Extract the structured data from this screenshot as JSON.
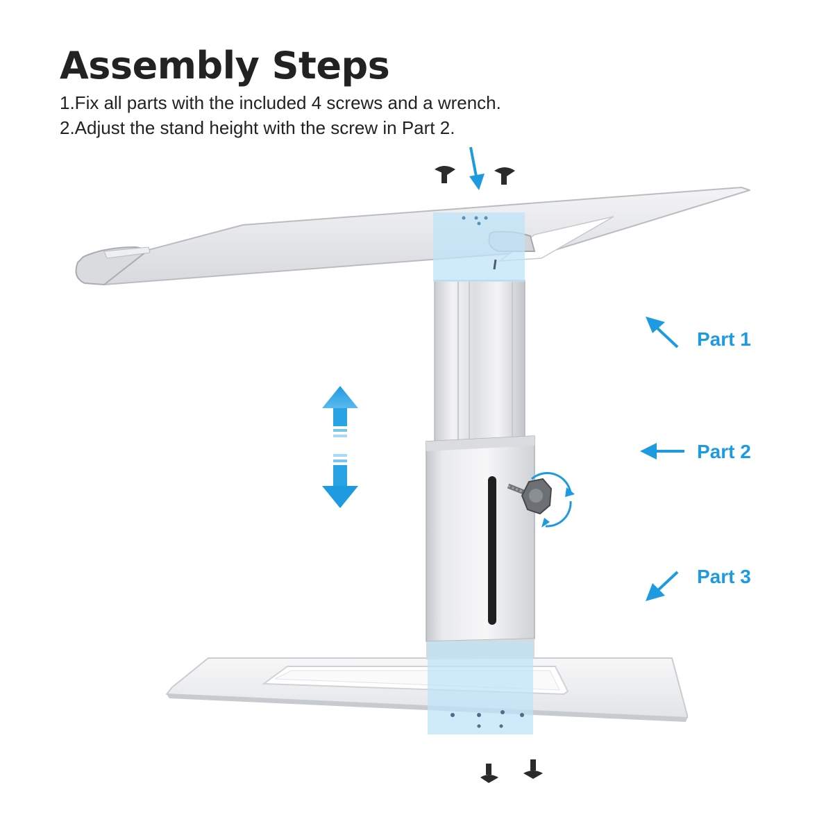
{
  "title": "Assembly Steps",
  "steps": [
    "1.Fix all parts with the included 4 screws and a wrench.",
    "2.Adjust the stand height with the screw in Part 2."
  ],
  "parts": [
    "Part 1",
    "Part 2",
    "Part 3"
  ],
  "colors": {
    "accent": "#1e9be0",
    "text": "#222222",
    "metal_light": "#ececee",
    "metal_dark": "#b9bcc1",
    "screw": "#2b2b2b"
  }
}
